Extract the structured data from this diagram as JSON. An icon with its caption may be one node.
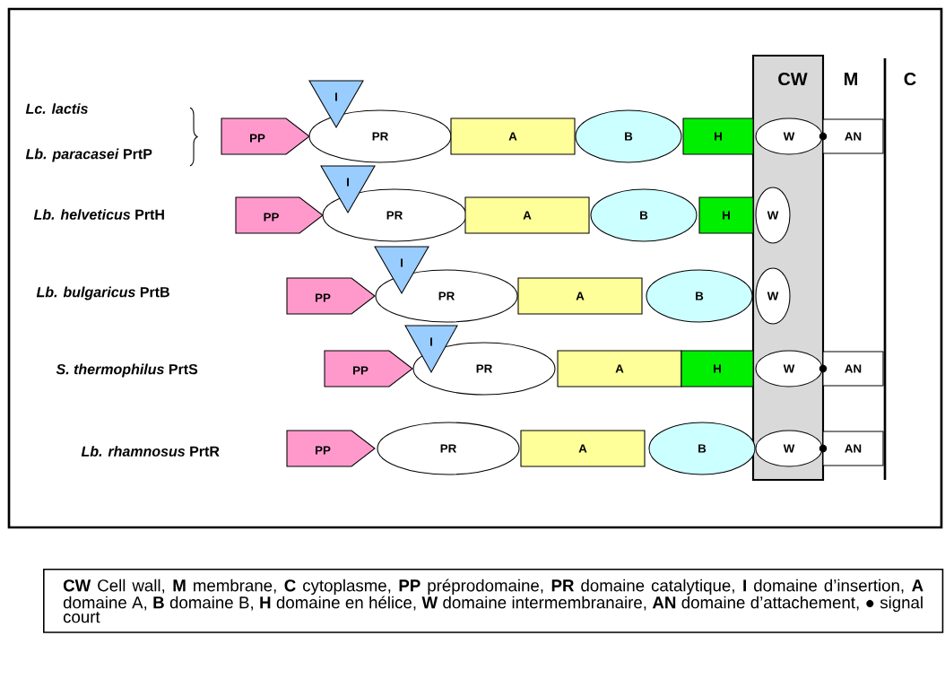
{
  "diagram": {
    "caption": "**CW** Cell wall, **M** membrane, **C** cytoplasme, **PP** préprodomaine, **PR** domaine catalytique, **I** domaine d’insertion, **A** domaine A, **B** domaine B, **H** domaine en hélice, **W** domaine intermembranaire, **AN** domaine d’attachement, ● signal court",
    "nodes": [
      {
        "text": [
          "PP"
        ]
      },
      {
        "text": [
          "I"
        ]
      },
      {
        "text": [
          "PR"
        ]
      },
      {
        "text": [
          "A"
        ]
      },
      {
        "text": [
          "B"
        ]
      },
      {
        "text": [
          "H"
        ]
      },
      {
        "text": [
          "W"
        ]
      },
      {
        "text": [
          "AN"
        ]
      },
      {
        "text": [
          "PP"
        ]
      },
      {
        "text": [
          "I"
        ]
      },
      {
        "text": [
          "PR"
        ]
      },
      {
        "text": [
          "A"
        ]
      },
      {
        "text": [
          "B"
        ]
      },
      {
        "text": [
          "H"
        ]
      },
      {
        "text": [
          "W"
        ]
      },
      {
        "text": [
          "PP"
        ]
      },
      {
        "text": [
          "I"
        ]
      },
      {
        "text": [
          "PR"
        ]
      },
      {
        "text": [
          "A"
        ]
      },
      {
        "text": [
          "B"
        ]
      },
      {
        "text": [
          "W"
        ]
      },
      {
        "text": [
          "PP"
        ]
      },
      {
        "text": [
          "I"
        ]
      },
      {
        "text": [
          "PR"
        ]
      },
      {
        "text": [
          "A"
        ]
      },
      {
        "text": [
          "H"
        ]
      },
      {
        "text": [
          "W"
        ]
      },
      {
        "text": [
          "AN"
        ]
      },
      {
        "text": [
          "PP"
        ]
      },
      {
        "text": [
          "PR"
        ]
      },
      {
        "text": [
          "A"
        ]
      },
      {
        "text": [
          "B"
        ]
      },
      {
        "text": [
          "W"
        ]
      },
      {
        "text": [
          "AN"
        ]
      }
    ],
    "labels": [
      "CW",
      "M",
      "C",
      "Lc. lactis",
      "*Lb. paracasei*  PrtP",
      "*Lb. helveticus* PrtH",
      "*Lb. bulgaricus* PrtB",
      "*S. thermophilus* PrtS",
      "*Lb. rhamnosus* PrtR"
    ]
  }
}
